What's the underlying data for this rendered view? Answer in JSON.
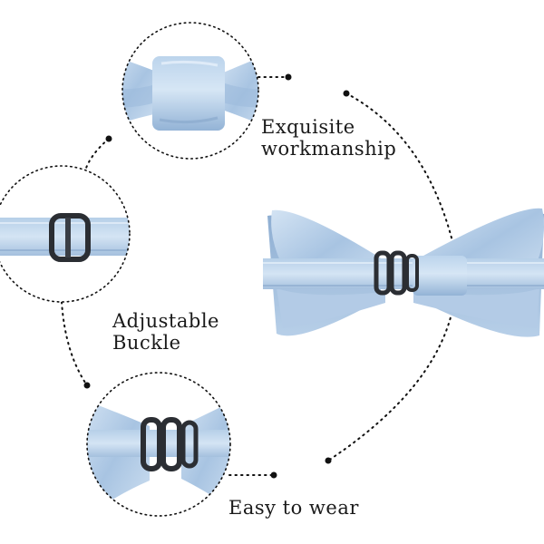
{
  "features": [
    {
      "lines": [
        "Exquisite",
        "workmanship"
      ]
    },
    {
      "lines": [
        "Adjustable",
        "Buckle"
      ]
    },
    {
      "lines": [
        "Easy to wear"
      ]
    }
  ],
  "colors": {
    "satin_light": "#c9dcef",
    "satin_mid": "#a9c5e2",
    "satin_dark": "#86a8cc",
    "buckle": "#2b2e33",
    "dotted_line": "#111111"
  }
}
